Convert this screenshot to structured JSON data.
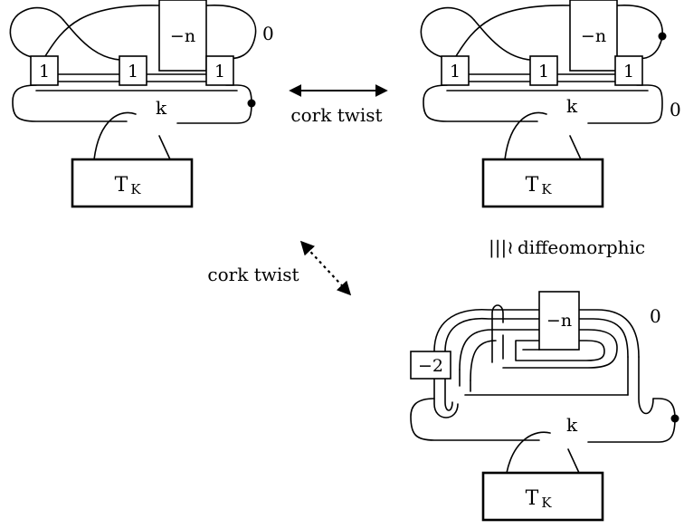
{
  "panels": {
    "top_left": {
      "box_labels": [
        "1",
        "1",
        "1"
      ],
      "twist_box": "−n",
      "framing": "0",
      "k_label": "k",
      "tk_main": "T",
      "tk_sub": "K"
    },
    "top_right": {
      "box_labels": [
        "1",
        "1",
        "1"
      ],
      "twist_box": "−n",
      "framing": "0",
      "k_label": "k",
      "tk_main": "T",
      "tk_sub": "K"
    },
    "bottom_right": {
      "twist_box": "−n",
      "neg_box": "−2",
      "framing": "0",
      "k_label": "k",
      "tk_main": "T",
      "tk_sub": "K"
    }
  },
  "arrows": {
    "horizontal_label": "cork twist",
    "diagonal_label": "cork twist",
    "equivalence_symbol": "|||≀",
    "equivalence_label": "diffeomorphic"
  },
  "colors": {
    "ink": "#000000",
    "background": "#ffffff"
  }
}
